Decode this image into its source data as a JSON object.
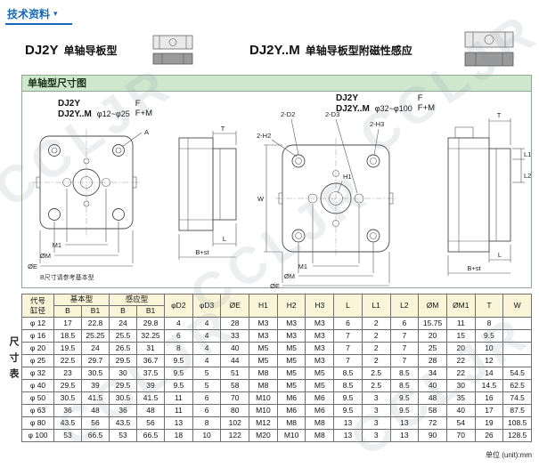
{
  "page": {
    "header_label": "技术资料",
    "header_arrow": "▾",
    "watermark": "CCLJR",
    "unit_note": "单位 (unit):mm"
  },
  "products": {
    "left": {
      "model": "DJ2Y",
      "name": "单轴导板型"
    },
    "right": {
      "model": "DJ2Y..M",
      "name": "单轴导板型附磁性感应"
    }
  },
  "section_title": "单轴型尺寸图",
  "diagrams": {
    "left": {
      "model1": "DJ2Y",
      "model2": "DJ2Y..M",
      "range": "φ12~φ25",
      "variant1": "F",
      "variant2": "F+M",
      "corner_label": "A",
      "labels": {
        "m1": "M1",
        "m": "ØM",
        "e": "ØE",
        "t": "T",
        "l": "L",
        "b_st": "B+st"
      },
      "note": "B尺寸请参考基本型"
    },
    "right": {
      "model1": "DJ2Y",
      "model2": "DJ2Y..M",
      "range": "φ32~φ100",
      "variant1": "F",
      "variant2": "F+M",
      "labels": {
        "d2": "2-D2",
        "d3": "2-D3",
        "h3": "2-H3",
        "h2": "2-H2",
        "h1": "H1",
        "w": "W",
        "m1": "M1",
        "m": "ØM",
        "e": "ØE",
        "l1": "L1",
        "l2": "L2",
        "t": "T",
        "l": "L",
        "b_st": "B+st"
      }
    }
  },
  "table": {
    "side_label": "尺寸表",
    "corner_top": "代号",
    "corner_bottom": "缸径",
    "group_headers": [
      "基本型",
      "感应型"
    ],
    "sub_headers": [
      "B",
      "B1",
      "B",
      "B1"
    ],
    "single_headers": [
      "φD2",
      "φD3",
      "ØE",
      "H1",
      "H2",
      "H3",
      "L",
      "L1",
      "L2",
      "ØM",
      "ØM1",
      "T",
      "W"
    ],
    "rows": [
      {
        "code": "φ 12",
        "values": [
          "17",
          "22.8",
          "24",
          "29.8",
          "4",
          "4",
          "28",
          "M3",
          "M3",
          "M3",
          "6",
          "2",
          "6",
          "15.75",
          "11",
          "8",
          ""
        ]
      },
      {
        "code": "φ 16",
        "values": [
          "18.5",
          "25.25",
          "25.5",
          "32.25",
          "6",
          "4",
          "33",
          "M3",
          "M3",
          "M3",
          "7",
          "2",
          "7",
          "20",
          "15",
          "9.5",
          ""
        ]
      },
      {
        "code": "φ 20",
        "values": [
          "19.5",
          "24",
          "26.5",
          "31",
          "8",
          "4",
          "40",
          "M5",
          "M5",
          "M3",
          "7",
          "2",
          "7",
          "25",
          "20",
          "10",
          ""
        ]
      },
      {
        "code": "φ 25",
        "values": [
          "22.5",
          "29.7",
          "29.5",
          "36.7",
          "9.5",
          "4",
          "44",
          "M5",
          "M5",
          "M3",
          "7",
          "2",
          "7",
          "28",
          "22",
          "12",
          ""
        ]
      },
      {
        "code": "φ 32",
        "values": [
          "23",
          "30.5",
          "30",
          "37.5",
          "9.5",
          "5",
          "51",
          "M8",
          "M5",
          "M5",
          "8.5",
          "2.5",
          "8.5",
          "34",
          "22",
          "14",
          "54.5"
        ]
      },
      {
        "code": "φ 40",
        "values": [
          "29.5",
          "39",
          "29.5",
          "39",
          "9.5",
          "5",
          "58",
          "M8",
          "M5",
          "M5",
          "8.5",
          "2.5",
          "8.5",
          "40",
          "30",
          "14.5",
          "62.5"
        ]
      },
      {
        "code": "φ 50",
        "values": [
          "30.5",
          "41.5",
          "30.5",
          "41.5",
          "11",
          "6",
          "70",
          "M10",
          "M6",
          "M6",
          "9.5",
          "3",
          "9.5",
          "48",
          "35",
          "16",
          "74.5"
        ]
      },
      {
        "code": "φ 63",
        "values": [
          "36",
          "48",
          "36",
          "48",
          "11",
          "6",
          "80",
          "M10",
          "M6",
          "M6",
          "9.5",
          "3",
          "9.5",
          "58",
          "40",
          "17",
          "87.5"
        ]
      },
      {
        "code": "φ 80",
        "values": [
          "43.5",
          "56",
          "43.5",
          "56",
          "13",
          "8",
          "102",
          "M12",
          "M8",
          "M8",
          "13",
          "3",
          "13",
          "72",
          "54",
          "19",
          "108.5"
        ]
      },
      {
        "code": "φ 100",
        "values": [
          "53",
          "66.5",
          "53",
          "66.5",
          "18",
          "10",
          "122",
          "M20",
          "M10",
          "M8",
          "13",
          "3",
          "13",
          "90",
          "70",
          "26",
          "128.5"
        ]
      }
    ]
  }
}
